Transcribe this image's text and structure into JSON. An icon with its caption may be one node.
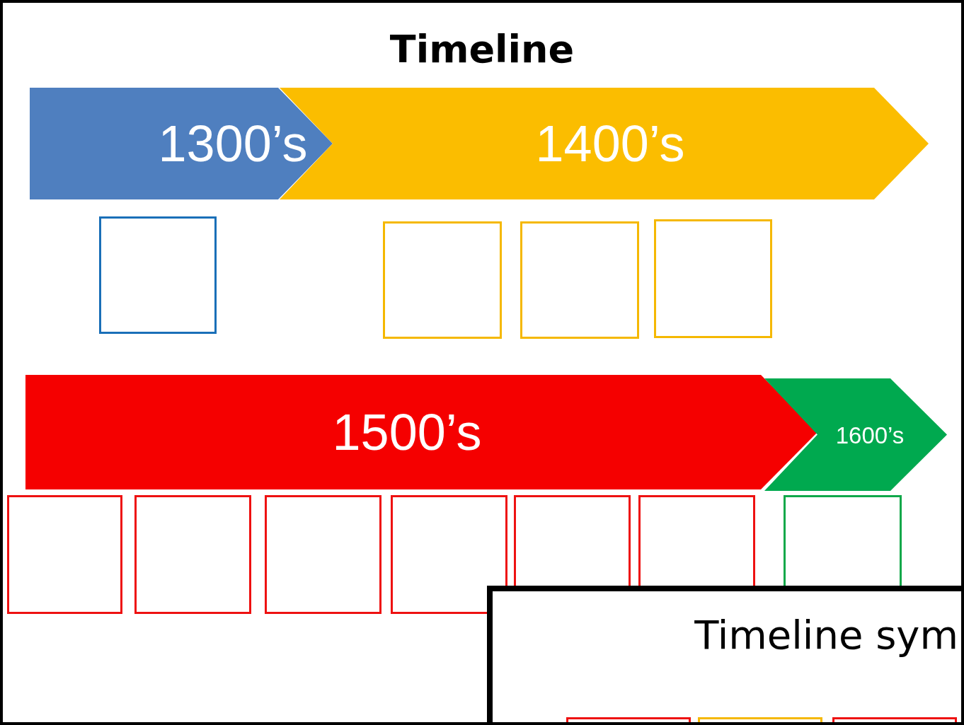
{
  "diagram": {
    "title": "Timeline",
    "nodes": [
      {
        "text": [
          "1300’s"
        ]
      },
      {
        "text": [
          "1400’s"
        ]
      },
      {
        "text": [],
        "shape": "box"
      },
      {
        "text": [],
        "shape": "box"
      },
      {
        "text": [],
        "shape": "box"
      },
      {
        "text": [],
        "shape": "box"
      },
      {
        "text": [
          "1500’s"
        ]
      },
      {
        "text": [
          "1600’s"
        ]
      },
      {
        "text": [],
        "shape": "box"
      },
      {
        "text": [],
        "shape": "box"
      },
      {
        "text": [],
        "shape": "box"
      },
      {
        "text": [],
        "shape": "box"
      },
      {
        "text": [],
        "shape": "box"
      },
      {
        "text": [],
        "shape": "box"
      },
      {
        "text": [],
        "shape": "box"
      },
      {
        "text": [
          "Timeline sym"
        ]
      },
      {
        "text": [],
        "shape": "box",
        "in": 15
      },
      {
        "text": [],
        "shape": "box",
        "in": 15
      },
      {
        "text": [],
        "shape": "box",
        "in": 15
      }
    ]
  }
}
